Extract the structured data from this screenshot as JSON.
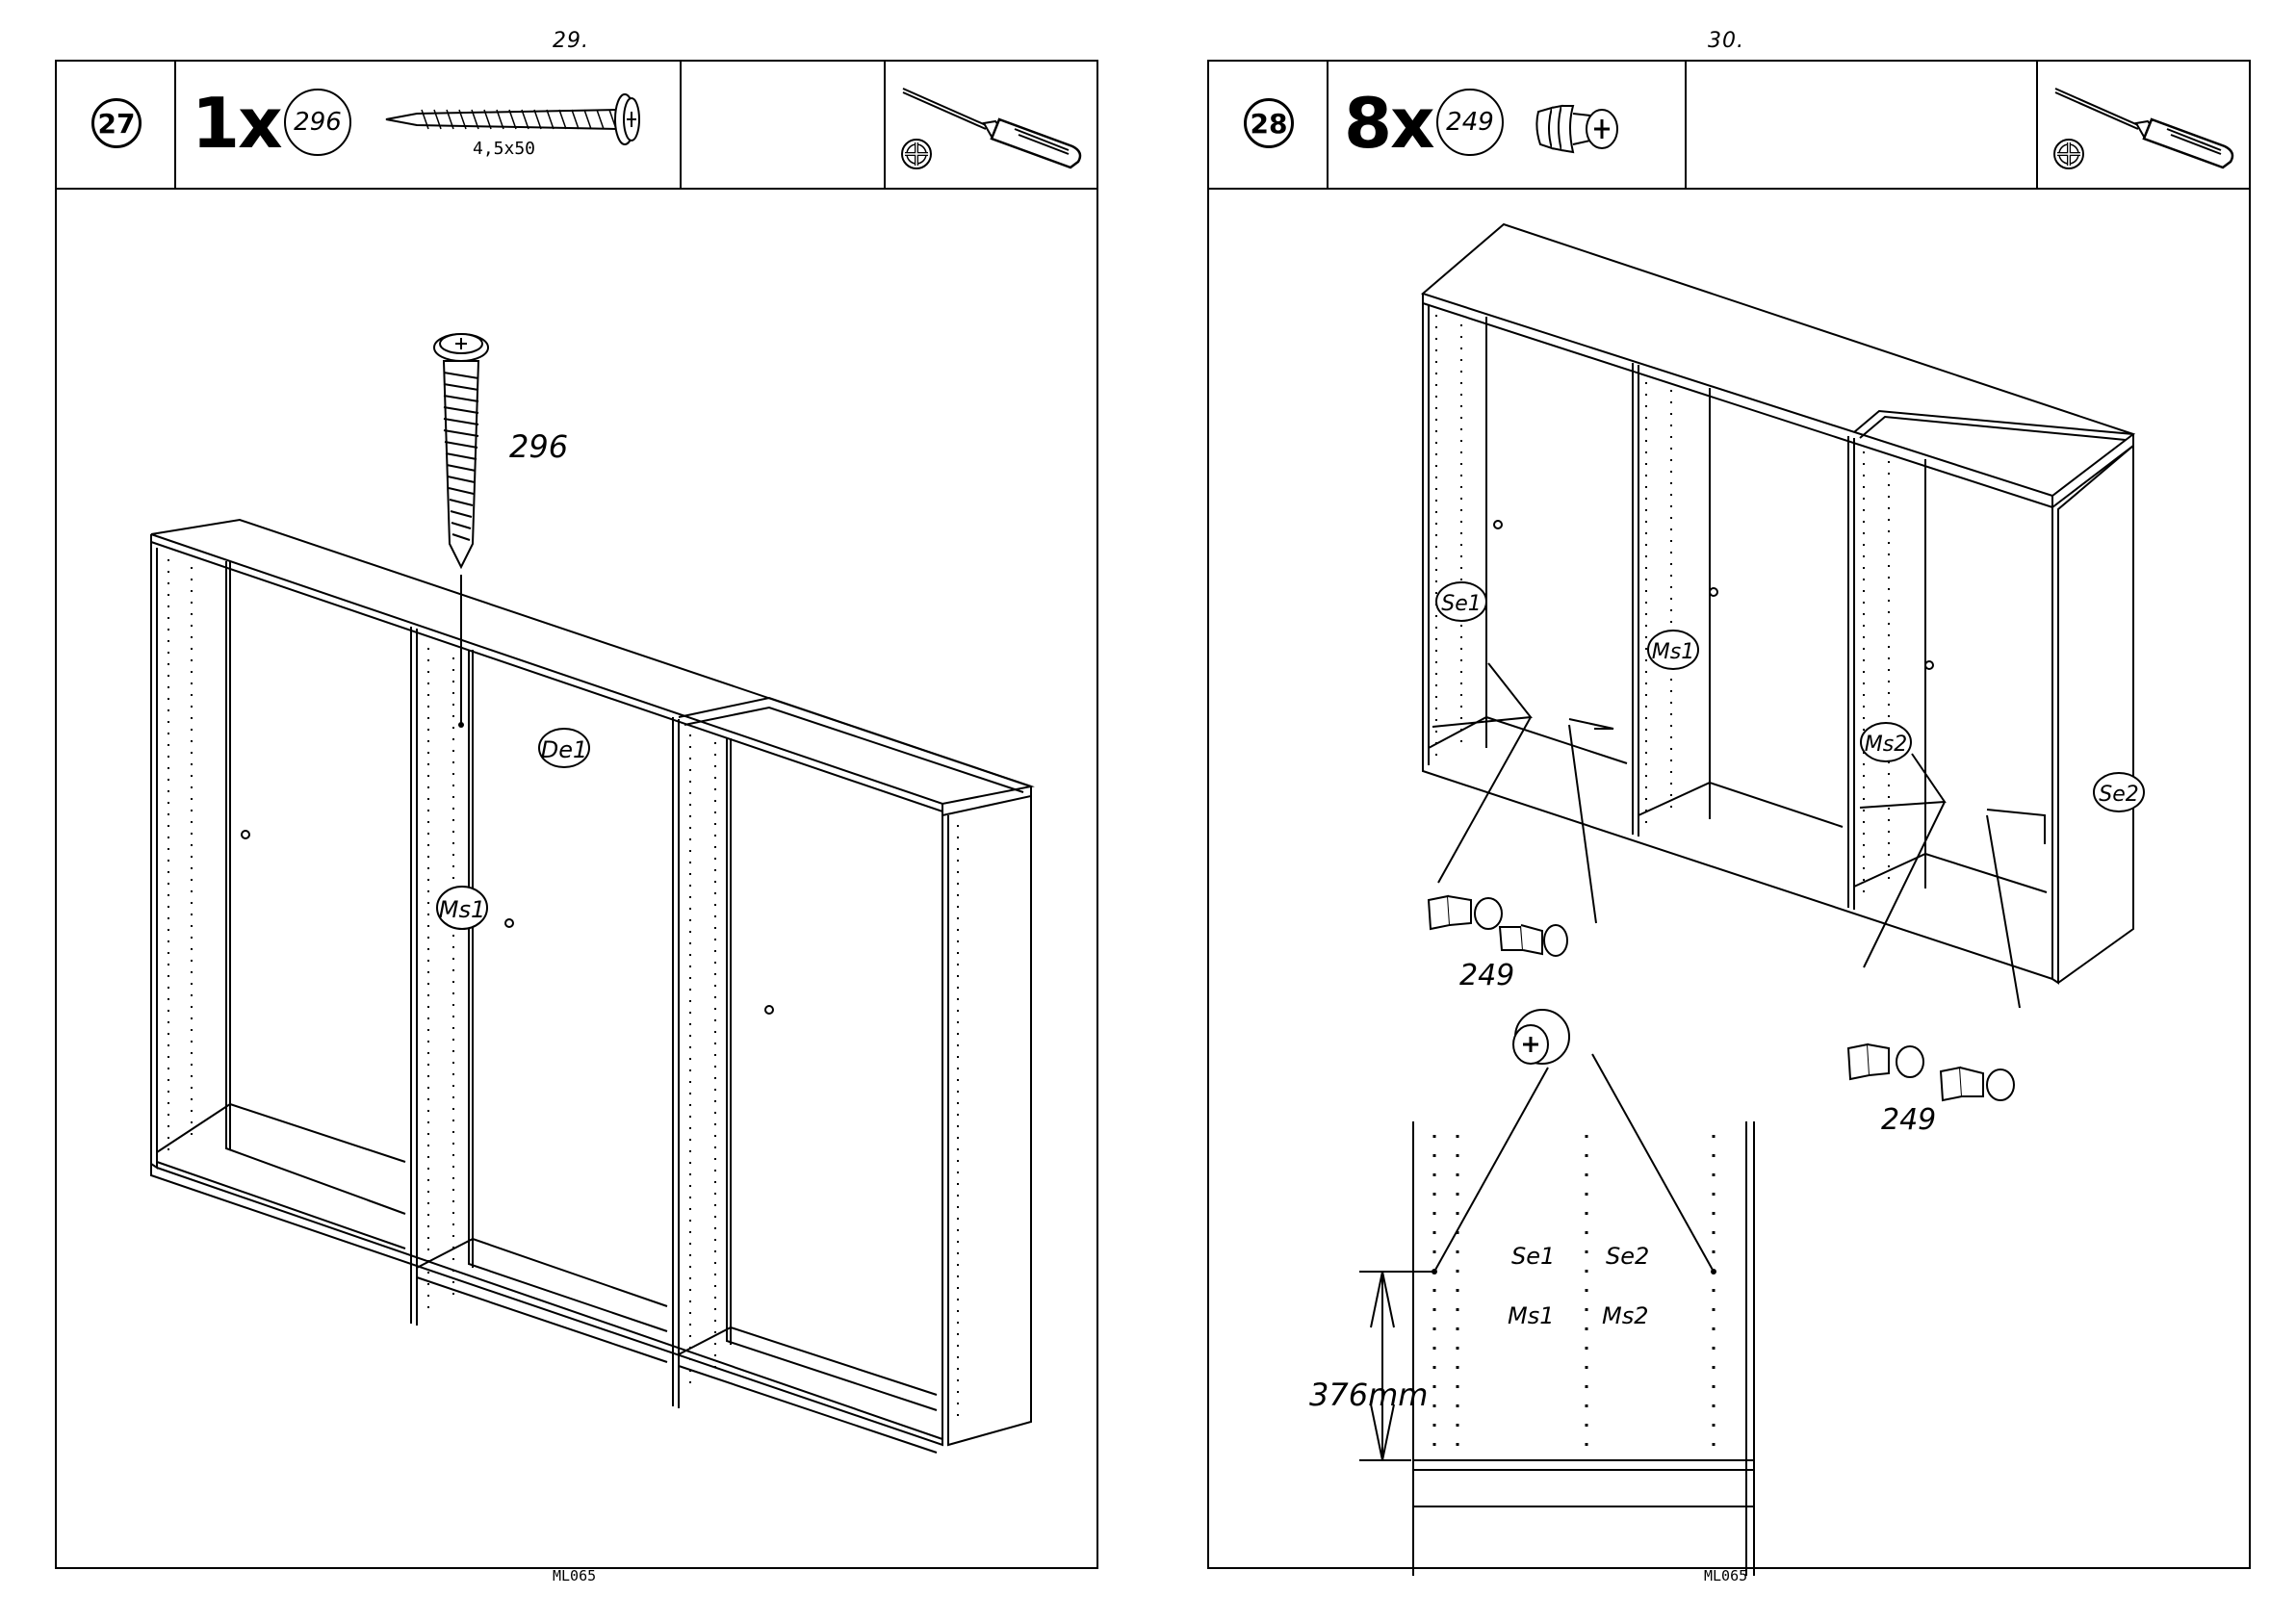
{
  "pages": [
    {
      "page_number": "29.",
      "step": "27",
      "quantity": "1x",
      "part_code": "296",
      "screw_size": "4,5x50",
      "labels": {
        "screw_code": "296",
        "panel_top": "De1",
        "panel_mid": "Ms1"
      },
      "footer": "ML065",
      "icons": [
        "screw-icon",
        "screwdriver-icon",
        "phillips-head-icon"
      ]
    },
    {
      "page_number": "30.",
      "step": "28",
      "quantity": "8x",
      "part_code": "249",
      "labels": {
        "se1": "Se1",
        "ms1": "Ms1",
        "ms2": "Ms2",
        "se2": "Se2",
        "code_left": "249",
        "code_right": "249",
        "detail_se1": "Se1",
        "detail_se2": "Se2",
        "detail_ms1": "Ms1",
        "detail_ms2": "Ms2",
        "dimension": "376mm"
      },
      "footer": "ML065",
      "icons": [
        "shelf-support-pin-icon",
        "screwdriver-icon",
        "phillips-head-icon"
      ]
    }
  ]
}
